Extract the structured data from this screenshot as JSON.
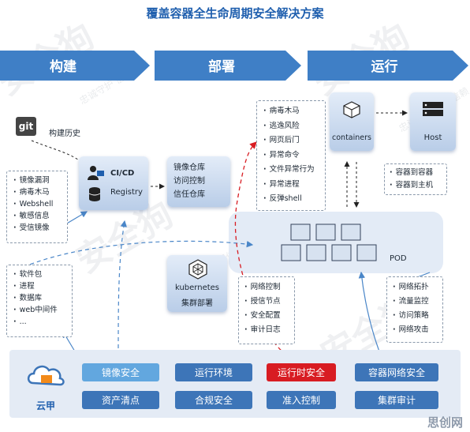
{
  "title": "覆盖容器全生命周期安全解决方案",
  "stages": [
    "构建",
    "部署",
    "运行"
  ],
  "build": {
    "git_label": "git",
    "build_history": "构建历史",
    "cicd_line1": "CI/CD",
    "cicd_line2": "Registry",
    "image_risks": [
      "镜像漏洞",
      "病毒木马",
      "Webshell",
      "敏感信息",
      "受信镜像"
    ],
    "assets": [
      "软件包",
      "进程",
      "数据库",
      "web中间件",
      "..."
    ]
  },
  "deploy": {
    "registry_controls": [
      "镜像仓库",
      "访问控制",
      "信任仓库"
    ],
    "k8s_line1": "kubernetes",
    "k8s_line2": "集群部署",
    "k8s_controls": [
      "网络控制",
      "授信节点",
      "安全配置",
      "审计日志"
    ]
  },
  "run": {
    "threats": [
      "病毒木马",
      "逃逸风险",
      "网页后门",
      "异常命令",
      "文件异常行为",
      "异常进程",
      "反弹shell"
    ],
    "containers_label": "containers",
    "host_label": "Host",
    "escape_checks": [
      "容器到容器",
      "容器到主机"
    ],
    "pod_label": "POD",
    "network": [
      "网络拓扑",
      "流量监控",
      "访问策略",
      "网络攻击"
    ]
  },
  "bottom": {
    "brand": "云甲",
    "row1": [
      "镜像安全",
      "运行环境",
      "运行时安全",
      "容器网络安全"
    ],
    "row2": [
      "资产清点",
      "合规安全",
      "准入控制",
      "集群审计"
    ]
  },
  "watermarks": [
    "安全狗",
    "安全狗",
    "安全狗",
    "安全狗"
  ],
  "watermark_slogan": "忠诚守护 值得信赖",
  "corner_mark": "思创网",
  "colors": {
    "title": "#1f5fae",
    "stage_arrow": "#3f7fc6",
    "chip_blue": "#3d75b8",
    "chip_light": "#62a7df",
    "chip_red": "#d81c22"
  }
}
